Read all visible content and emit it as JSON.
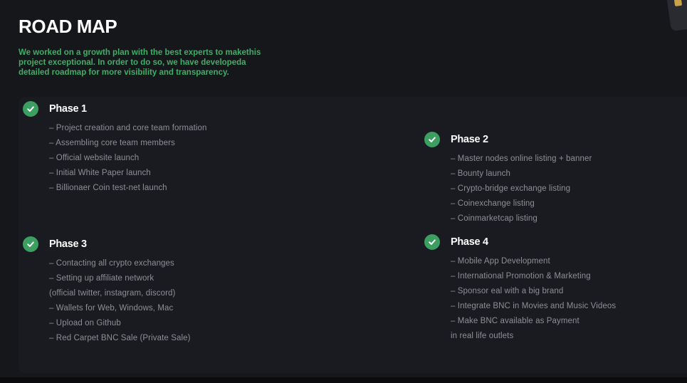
{
  "header": {
    "title": "ROAD MAP",
    "subtitle": "We worked on a growth plan with the best experts to makethis project exceptional. In order to do so, we have developeda detailed roadmap for more visibility and transparency."
  },
  "colors": {
    "accent": "#3fae67",
    "check_bg": "#3d9e62",
    "background": "#16171b",
    "panel": "#1a1b20",
    "item_text": "#8e8f96"
  },
  "phases": [
    {
      "title": "Phase 1",
      "icon": "check-circle-icon",
      "items": [
        "– Project creation and core team formation",
        "– Assembling core team members",
        "– Official website launch",
        "– Initial White Paper launch",
        "– Billionaer Coin test-net launch"
      ]
    },
    {
      "title": "Phase 2",
      "icon": "check-circle-icon",
      "items": [
        "– Master nodes online listing + banner",
        "– Bounty launch",
        "– Crypto-bridge exchange listing",
        "– Coinexchange listing",
        "– Coinmarketcap listing"
      ]
    },
    {
      "title": "Phase 3",
      "icon": "check-circle-icon",
      "items": [
        "– Contacting all crypto exchanges",
        "– Setting up affiliate network",
        " (official twitter,  instagram, discord)",
        "– Wallets for Web, Windows, Mac",
        "– Upload on Github",
        "– Red Carpet BNC Sale (Private Sale)"
      ]
    },
    {
      "title": "Phase 4",
      "icon": "check-circle-icon",
      "items": [
        "– Mobile App Development",
        "– International Promotion & Marketing",
        "– Sponsor eal with a big brand",
        "– Integrate BNC in Movies and Music Videos",
        "– Make BNC available as Payment",
        " in real life outlets"
      ]
    }
  ]
}
